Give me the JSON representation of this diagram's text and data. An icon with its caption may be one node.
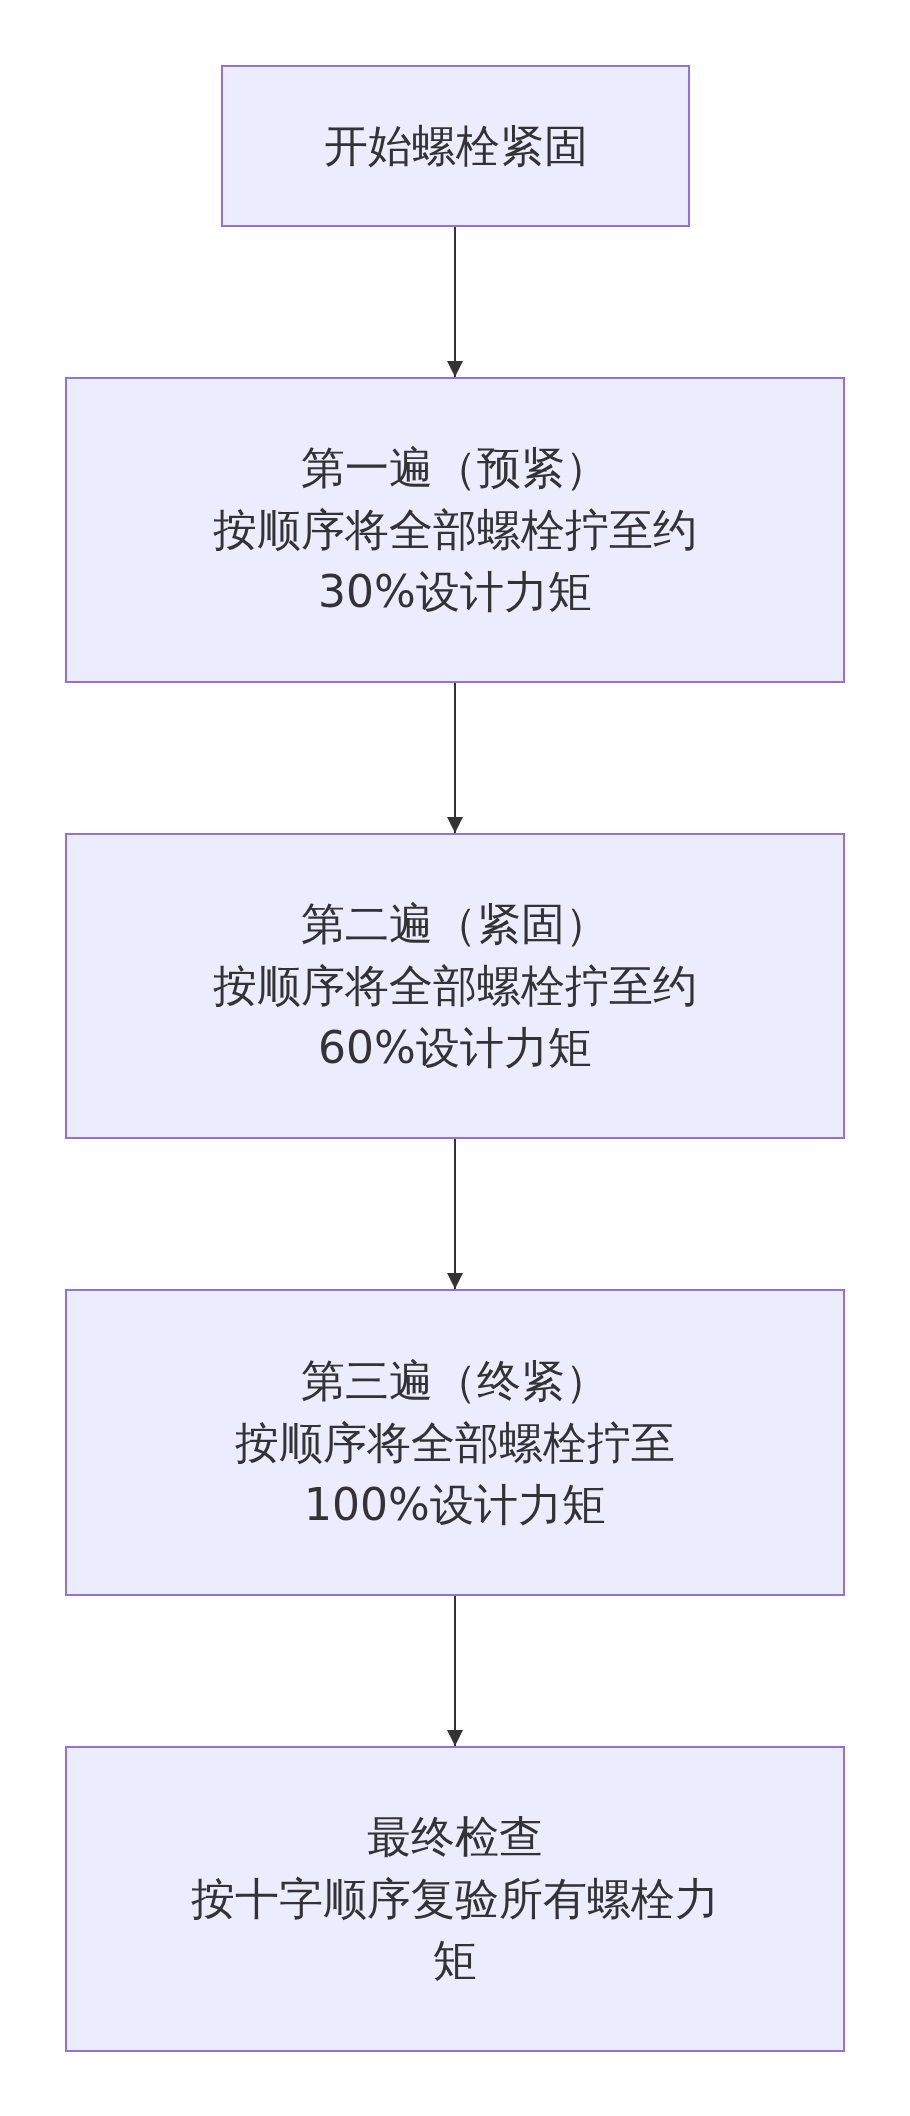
{
  "diagram": {
    "nodes": [
      {
        "text": [
          "开始螺栓紧固"
        ]
      },
      {
        "text": [
          "第一遍（预紧）",
          "按顺序将全部螺栓拧至约30%设计力矩"
        ]
      },
      {
        "text": [
          "第二遍（紧固）",
          "按顺序将全部螺栓拧至约60%设计力矩"
        ]
      },
      {
        "text": [
          "第三遍（终紧）",
          "按顺序将全部螺栓拧至100%设计力矩"
        ]
      },
      {
        "text": [
          "最终检查",
          "按十字顺序复验所有螺栓力矩"
        ]
      }
    ],
    "edges": [
      {
        "from": 0,
        "to": 1,
        "arrow": "to"
      },
      {
        "from": 1,
        "to": 2,
        "arrow": "to"
      },
      {
        "from": 2,
        "to": 3,
        "arrow": "to"
      },
      {
        "from": 3,
        "to": 4,
        "arrow": "to"
      }
    ]
  }
}
